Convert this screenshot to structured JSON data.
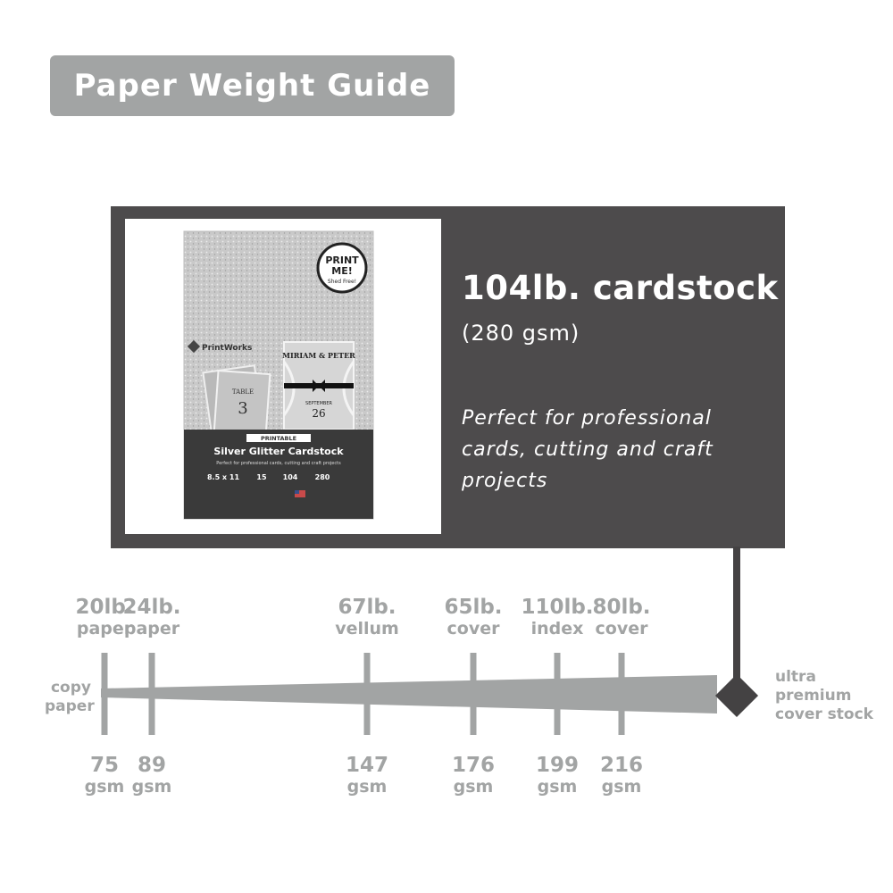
{
  "header": {
    "title": "Paper Weight Guide"
  },
  "featured": {
    "weight": "104lb. cardstock",
    "gsm": "(280 gsm)",
    "description": "Perfect for professional cards, cutting and craft projects",
    "product": {
      "brand": "PrintWorks",
      "badge_line1": "PRINT",
      "badge_line2": "ME!",
      "badge_line3": "Shed Free!",
      "tag": "PRINTABLE",
      "name": "Silver Glitter Cardstock",
      "tagline": "Perfect for professional cards, cutting and craft projects",
      "size": "8.5 x 11",
      "sheets": "15",
      "lb": "104",
      "gsm": "280",
      "card_names": "MIRIAM & PETER",
      "card_month": "SEPTEMBER",
      "card_day": "26",
      "table_label": "TABLE",
      "table_number": "3"
    }
  },
  "scale": {
    "start_label": [
      "copy",
      "paper"
    ],
    "end_label": [
      "ultra",
      "premium",
      "cover stock"
    ],
    "markers": [
      {
        "weight": "20lb.",
        "type": "paper",
        "gsm": "75",
        "unit": "gsm"
      },
      {
        "weight": "24lb.",
        "type": "paper",
        "gsm": "89",
        "unit": "gsm"
      },
      {
        "weight": "67lb.",
        "type": "vellum",
        "gsm": "147",
        "unit": "gsm"
      },
      {
        "weight": "65lb.",
        "type": "cover",
        "gsm": "176",
        "unit": "gsm"
      },
      {
        "weight": "110lb.",
        "type": "index",
        "gsm": "199",
        "unit": "gsm"
      },
      {
        "weight": "80lb.",
        "type": "cover",
        "gsm": "216",
        "unit": "gsm"
      }
    ]
  },
  "colors": {
    "accent_gray": "#a2a4a4",
    "panel_dark": "#4d4b4c",
    "marker_dark": "#444243"
  }
}
